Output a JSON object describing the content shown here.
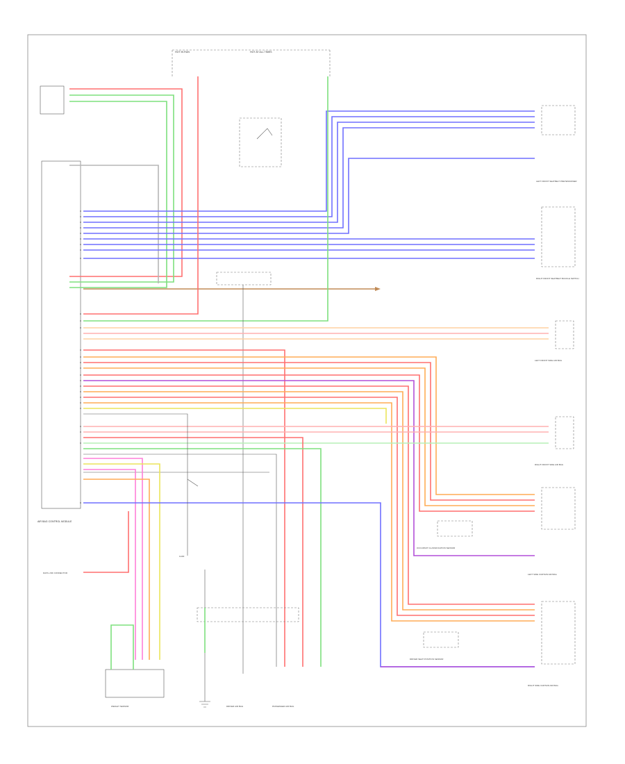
{
  "title": "",
  "colors": {
    "red": "#ff6f6f",
    "green": "#7de07d",
    "blue": "#6f6fff",
    "orange": "#ffab55",
    "gray": "#b5b5b5",
    "violet": "#b24fd8",
    "pink": "#ff7fd9",
    "yellow": "#ebe45a",
    "brown": "#c08a55",
    "dark": "#444444",
    "lightred": "#ffb0b0",
    "lightorange": "#ffd0a0",
    "lightgreen": "#b7f0b7"
  },
  "components": {
    "ecm": "AIR BAG CONTROL MODULE",
    "front_passenger_seat_sensor": "RIGHT FRONT SEATBELT BUCKLE SWITCH",
    "left_front_seatbelt": "LEFT FRONT SEATBELT PRETENSIONER",
    "left_front_side_airbag": "LEFT FRONT SIDE AIR BAG",
    "right_front_side_airbag": "RIGHT FRONT SIDE AIR BAG",
    "left_side_curtain": "LEFT SIDE CURTAIN AIR BAG",
    "right_side_curtain": "RIGHT SIDE CURTAIN AIR BAG",
    "occupant_classification": "OCCUPANT CLASSIFICATION SENSOR",
    "driver_airbag": "DRIVER AIR BAG",
    "passenger_airbag": "PASSENGER AIR BAG",
    "weight_sensor": "WEIGHT SENSOR",
    "seat_position": "DRIVER SEAT POSITION SENSOR",
    "data_link": "DATA LINK CONNECTOR",
    "ground": "G100",
    "fuse_top_left": "HOT IN RUN",
    "fuse_top_right": "HOT AT ALL TIMES"
  }
}
